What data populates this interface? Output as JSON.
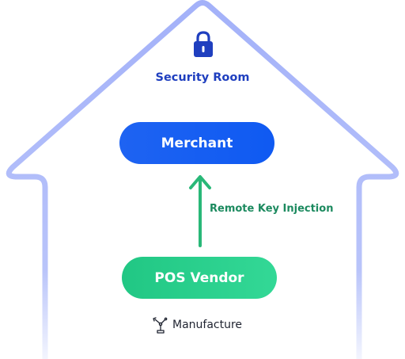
{
  "diagram": {
    "room_title": "Security Room",
    "merchant_label": "Merchant",
    "vendor_label": "POS Vendor",
    "arrow_label": "Remote Key Injection",
    "manufacture_label": "Manufacture",
    "icons": {
      "lock": "lock-icon",
      "robot_arm": "robot-arm-icon"
    },
    "colors": {
      "house_outline": "#a3b1f9",
      "room_title": "#1f3fbf",
      "merchant": "#1e63f2",
      "vendor": "#26cf8d",
      "arrow": "#1c8a5f"
    }
  }
}
